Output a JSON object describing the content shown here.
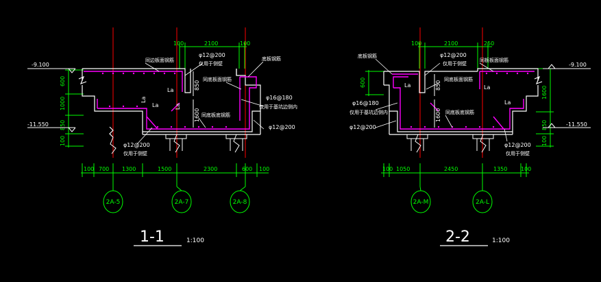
{
  "colors": {
    "bg": "#000000",
    "wall": "#ffffff",
    "rebar": "#ff00ff",
    "dim": "#00ff00",
    "grid": "#00ff00",
    "axis": "#ff0000",
    "text": "#ffffff",
    "label": "#ffff00"
  },
  "s1": {
    "title_num": "1-1",
    "title_scale": "1:100",
    "top_dims": [
      "100",
      "2100",
      "100"
    ],
    "elev_top": "-9.100",
    "elev_bot": "-11.550",
    "left_dims": [
      "600",
      "1000",
      "850",
      "100"
    ],
    "inner_dim_850": "850",
    "inner_dim_1600": "1600",
    "la": [
      "La",
      "La",
      "La"
    ],
    "notes": {
      "top_rebar": "同边板面钢筋",
      "phi12_top": "φ12@200",
      "chamfer_top": "仅用于侧壁",
      "bottom_rebar": "底板钢筋",
      "same_board": "同底板面钢筋",
      "phi16": "φ16@180",
      "phi16_note": "仅用于基坑边侧内",
      "phi12_right": "φ12@200",
      "same_bot": "同底板底钢筋",
      "phi12_bot": "φ12@200",
      "phi12_bot_note": "仅用于侧壁"
    },
    "bottom_dims": [
      "100",
      "700",
      "1300",
      "1500",
      "2300",
      "600",
      "100"
    ],
    "grid_labels": [
      "2A-5",
      "2A-7",
      "2A-8"
    ]
  },
  "s2": {
    "title_num": "2-2",
    "title_scale": "1:100",
    "top_dims": [
      "100",
      "2100",
      "250"
    ],
    "elev_top": "-9.100",
    "elev_bot": "-11.550",
    "left_dims": [
      "600"
    ],
    "right_dims": [
      "1600",
      "850",
      "100"
    ],
    "inner_dim_850": "850",
    "inner_dim_1600": "1600",
    "la": [
      "La",
      "La",
      "La"
    ],
    "notes": {
      "bottom_rebar": "底板钢筋",
      "phi12_top": "φ12@200",
      "chamfer_top": "仅用于侧壁",
      "same_face": "同板板面钢筋",
      "same_board": "同底板面钢筋",
      "phi16": "φ16@180",
      "phi16_note": "仅用于基坑边侧内",
      "phi12_left": "φ12@200",
      "same_bot": "同底板底钢筋",
      "phi12_bot": "φ12@200",
      "phi12_bot_note": "仅用于侧壁"
    },
    "bottom_dims": [
      "100",
      "1050",
      "2450",
      "1350",
      "100"
    ],
    "grid_labels": [
      "2A-M",
      "2A-L"
    ]
  }
}
